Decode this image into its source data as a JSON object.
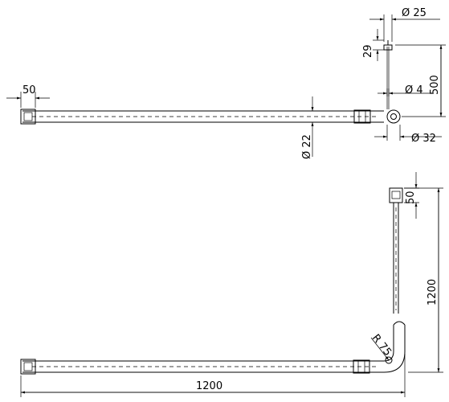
{
  "dimensions": {
    "top_view": {
      "end_cap_length": "50",
      "rod_diameter": "Ø 22",
      "pin_diameter": "Ø 4",
      "fitting_diameter": "Ø 32",
      "ceiling_pin_diameter": "Ø 25",
      "ceiling_pin_height": "29",
      "drop_height": "500"
    },
    "bottom_view": {
      "end_cap_length": "50",
      "vertical_length": "1200",
      "horizontal_length": "1200",
      "bend_radius": "R 75"
    }
  },
  "colors": {
    "line": "#000000",
    "background": "#ffffff"
  }
}
